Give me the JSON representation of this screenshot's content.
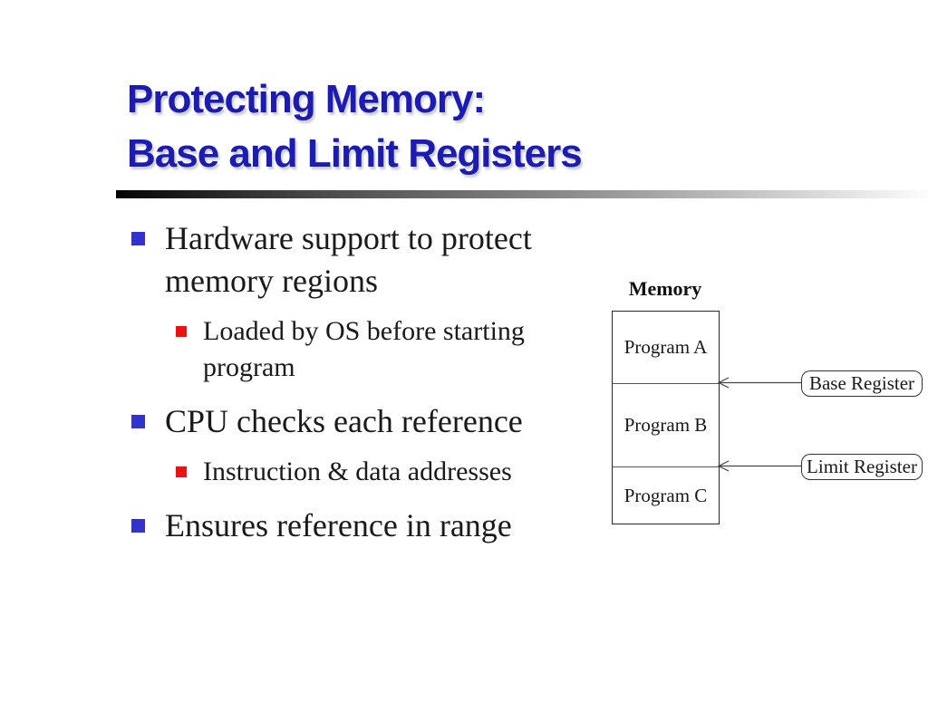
{
  "slide": {
    "title_lines": [
      "Protecting Memory:",
      "Base and Limit Registers"
    ],
    "colors": {
      "title_blue": "#1c1cb2",
      "level1_bullet_blue": "#3333cc",
      "level2_bullet_red": "#ee1111",
      "body_text": "#1a1a1a",
      "rule_gradient_start": "#000000",
      "rule_gradient_end": "#fdfdfd"
    },
    "bullets": [
      {
        "level": 1,
        "text": "Hardware support to protect memory regions"
      },
      {
        "level": 2,
        "text": "Loaded by OS before starting program"
      },
      {
        "level": 1,
        "text": "CPU checks each reference"
      },
      {
        "level": 2,
        "text": "Instruction & data addresses"
      },
      {
        "level": 1,
        "text": "Ensures reference in range"
      }
    ]
  },
  "diagram": {
    "memory_label": "Memory",
    "memory_sections": [
      "Program A",
      "Program B",
      "Program C"
    ],
    "register_labels": [
      "Base Register",
      "Limit Register"
    ]
  }
}
